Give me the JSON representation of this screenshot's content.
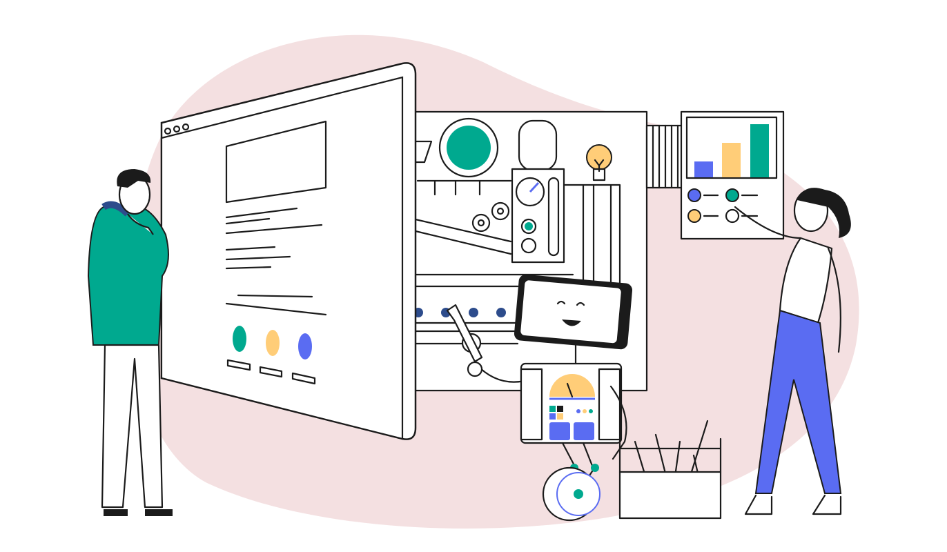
{
  "illustration": {
    "colors": {
      "background_blob": "#f4e0e1",
      "teal": "#00a98f",
      "yellow": "#ffcd78",
      "blue": "#5a6cf2",
      "navy": "#2d4c8c",
      "outline": "#1b1b1b",
      "bulb": "#ffcd78"
    },
    "bar_chart_panel": {
      "bars": [
        {
          "color": "blue",
          "value": 0.3
        },
        {
          "color": "yellow",
          "value": 0.63
        },
        {
          "color": "teal",
          "value": 1.0
        }
      ]
    }
  }
}
